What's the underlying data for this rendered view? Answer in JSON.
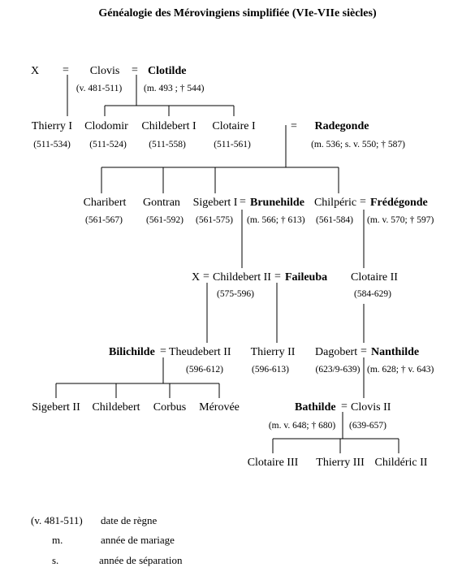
{
  "title": "Généalogie des Mérovingiens simplifiée (VIe-VIIe siècles)",
  "people": {
    "x1": {
      "name": "X"
    },
    "clovis": {
      "name": "Clovis",
      "dates": "(v. 481-511)"
    },
    "clotilde": {
      "name": "Clotilde",
      "dates": "(m. 493 ; † 544)"
    },
    "thierry1": {
      "name": "Thierry I",
      "dates": "(511-534)"
    },
    "clodomir": {
      "name": "Clodomir",
      "dates": "(511-524)"
    },
    "childebert1": {
      "name": "Childebert I",
      "dates": "(511-558)"
    },
    "clotaire1": {
      "name": "Clotaire I",
      "dates": "(511-561)"
    },
    "radegonde": {
      "name": "Radegonde",
      "dates": "(m. 536; s. v. 550; † 587)"
    },
    "charibert": {
      "name": "Charibert",
      "dates": "(561-567)"
    },
    "gontran": {
      "name": "Gontran",
      "dates": "(561-592)"
    },
    "sigebert1": {
      "name": "Sigebert I",
      "dates": "(561-575)"
    },
    "brunehilde": {
      "name": "Brunehilde",
      "dates": "(m. 566; † 613)"
    },
    "chilperic": {
      "name": "Chilpéric",
      "dates": "(561-584)"
    },
    "fredegonde": {
      "name": "Frédégonde",
      "dates": "(m. v. 570; † 597)"
    },
    "x2": {
      "name": "X"
    },
    "childebert2": {
      "name": "Childebert II",
      "dates": "(575-596)"
    },
    "faileuba": {
      "name": "Faileuba"
    },
    "clotaire2": {
      "name": "Clotaire II",
      "dates": "(584-629)"
    },
    "bilichilde": {
      "name": "Bilichilde"
    },
    "theudebert2": {
      "name": "Theudebert II",
      "dates": "(596-612)"
    },
    "thierry2": {
      "name": "Thierry II",
      "dates": "(596-613)"
    },
    "dagobert": {
      "name": "Dagobert",
      "dates": "(623/9-639)"
    },
    "nanthilde": {
      "name": "Nanthilde",
      "dates": "(m. 628; † v. 643)"
    },
    "sigebert2": {
      "name": "Sigebert II"
    },
    "childebert": {
      "name": "Childebert"
    },
    "corbus": {
      "name": "Corbus"
    },
    "merovee": {
      "name": "Mérovée"
    },
    "bathilde": {
      "name": "Bathilde",
      "dates": "(m. v. 648; † 680)"
    },
    "clovis2": {
      "name": "Clovis II",
      "dates": "(639-657)"
    },
    "clotaire3": {
      "name": "Clotaire III"
    },
    "thierry3": {
      "name": "Thierry III"
    },
    "childeric2": {
      "name": "Childéric II"
    }
  },
  "marriage_sign": "=",
  "legend": [
    {
      "key": "(v. 481-511)",
      "desc": "date de règne"
    },
    {
      "key": "m.",
      "desc": "année de mariage"
    },
    {
      "key": "s.",
      "desc": "année de séparation"
    }
  ]
}
